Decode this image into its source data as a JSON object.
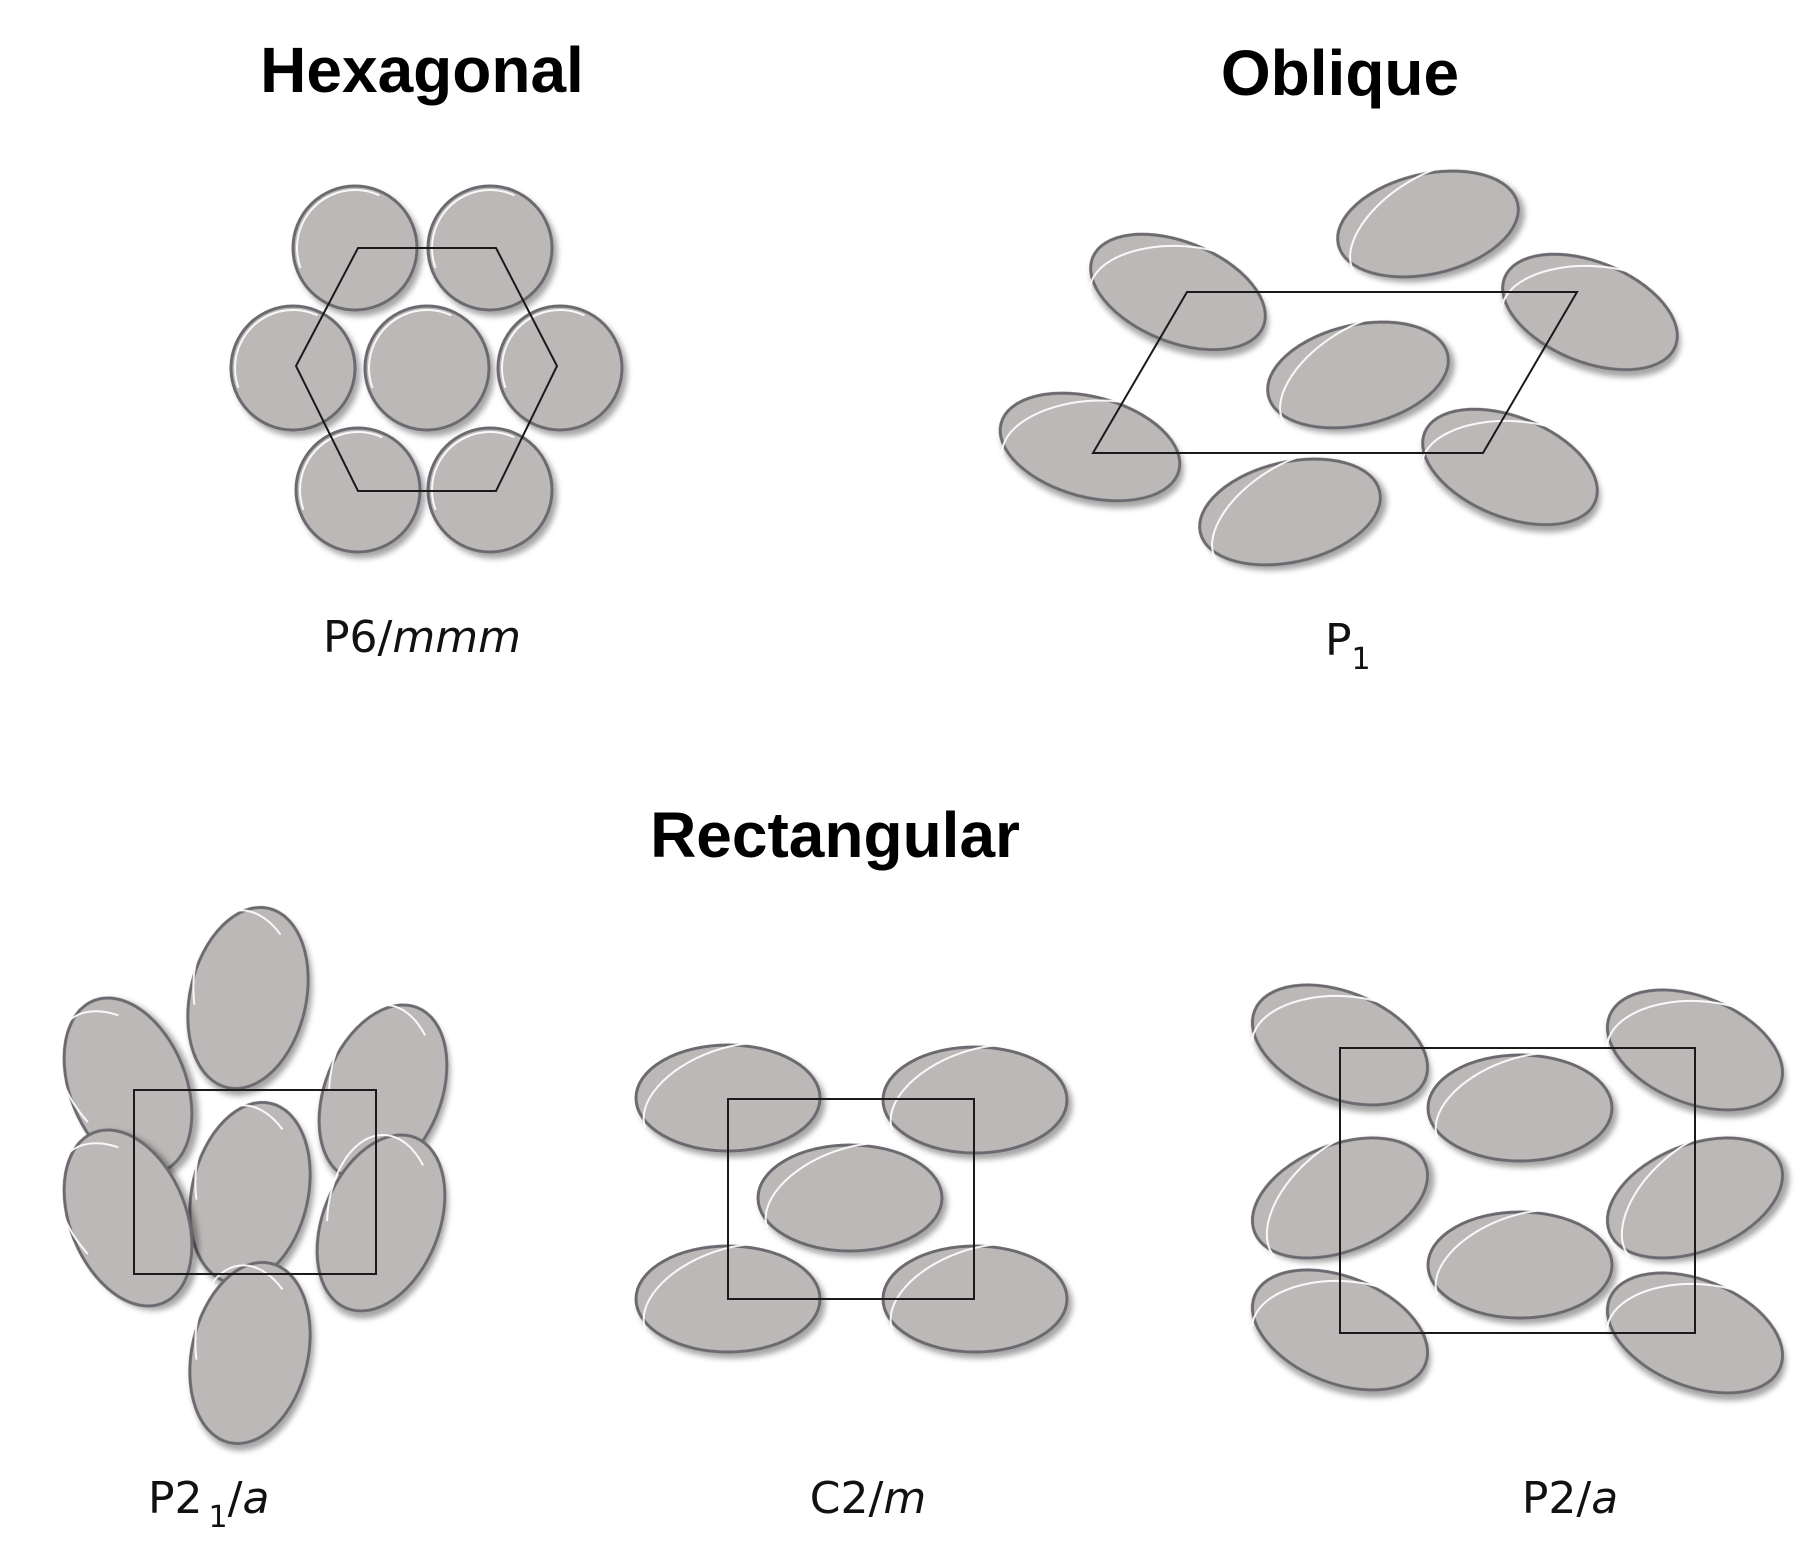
{
  "titles": {
    "hexagonal": "Hexagonal",
    "oblique": "Oblique",
    "rectangular": "Rectangular"
  },
  "labels": {
    "hexagonal": {
      "main": "P6/",
      "italic": "mmm"
    },
    "oblique": {
      "main": "P",
      "sub": "1"
    },
    "p21a": {
      "main": "P2",
      "sub": "1",
      "slash": "/",
      "italic": "a"
    },
    "c2m": {
      "main": "C2/",
      "italic": "m"
    },
    "p2a": {
      "main": "P2/",
      "italic": "a"
    }
  },
  "colors": {
    "particle_fill": "#bcb8b8",
    "particle_stroke": "#6b6b70",
    "particle_highlight": "#ffffff",
    "cell_line": "#1a1a1a"
  }
}
